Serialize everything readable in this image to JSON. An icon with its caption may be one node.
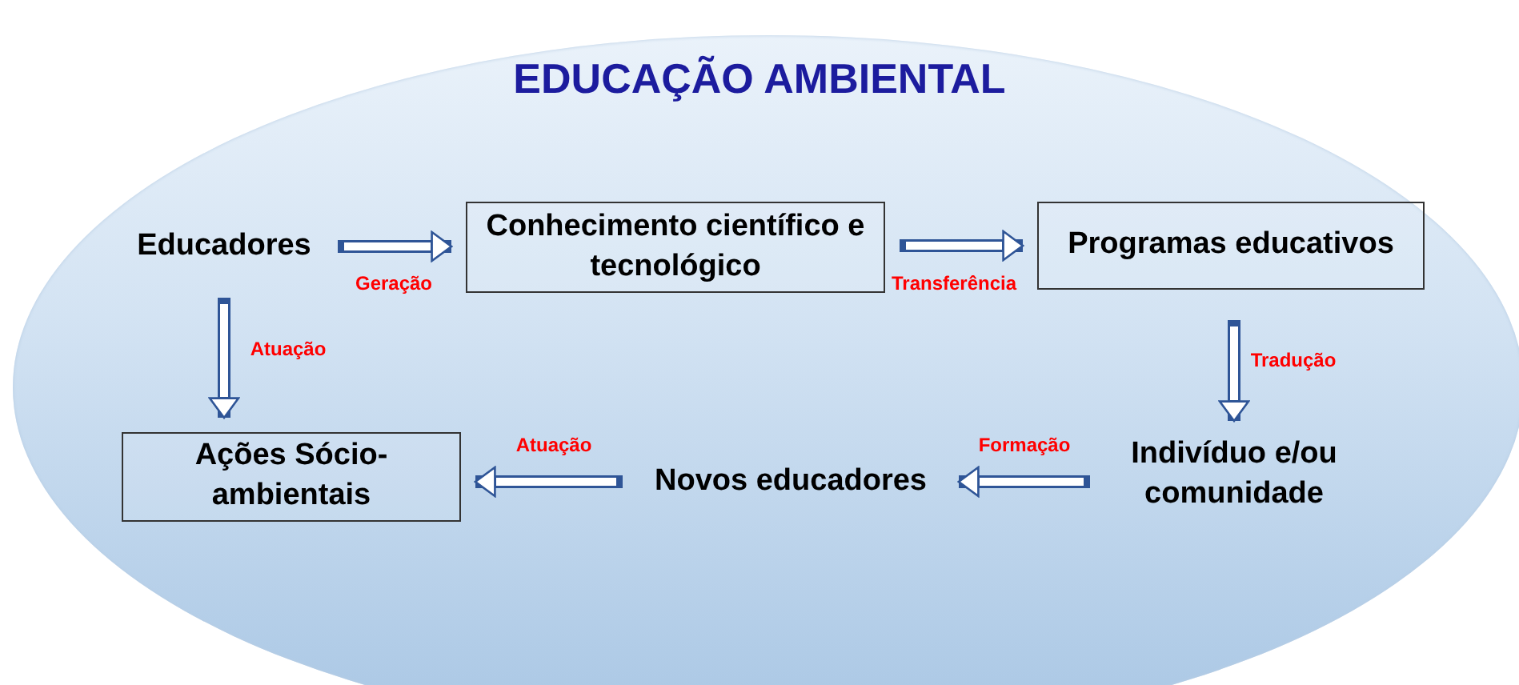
{
  "diagram": {
    "title": "EDUCAÇÃO AMBIENTAL",
    "nodes": [
      {
        "text": [
          "Educadores"
        ]
      },
      {
        "text": [
          "Conhecimento científico e tecnológico"
        ]
      },
      {
        "text": [
          "Programas educativos"
        ]
      },
      {
        "text": [
          "Indivíduo e/ou comunidade"
        ]
      },
      {
        "text": [
          "Novos educadores"
        ]
      },
      {
        "text": [
          "Ações Sócio-ambientais"
        ]
      }
    ],
    "edges": [
      {
        "from": 0,
        "to": 1,
        "arrow": "to",
        "label": "Geração"
      },
      {
        "from": 1,
        "to": 2,
        "arrow": "to",
        "label": "Transferência"
      },
      {
        "from": 2,
        "to": 3,
        "arrow": "to",
        "label": "Tradução"
      },
      {
        "from": 3,
        "to": 4,
        "arrow": "to",
        "label": "Formação"
      },
      {
        "from": 4,
        "to": 5,
        "arrow": "to",
        "label": "Atuação"
      },
      {
        "from": 0,
        "to": 5,
        "arrow": "to",
        "label": "Atuação"
      }
    ]
  }
}
